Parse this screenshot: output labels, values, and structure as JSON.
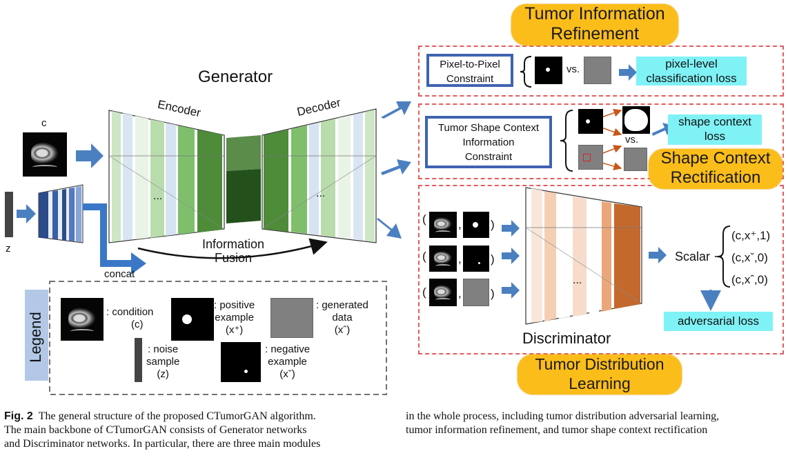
{
  "generator": {
    "title": "Generator",
    "encoder": "Encoder",
    "decoder": "Decoder",
    "dots": "...",
    "fusion_line1": "Information",
    "fusion_line2": "Fusion",
    "concat": "concat",
    "c_label": "c",
    "z_label": "z"
  },
  "refinement": {
    "title_line1": "Tumor Information",
    "title_line2": "Refinement",
    "constraint_line1": "Pixel-to-Pixel",
    "constraint_line2": "Constraint",
    "vs": "vs.",
    "loss_line1": "pixel-level",
    "loss_line2": "classification loss"
  },
  "shape": {
    "constraint_line1": "Tumor Shape Context",
    "constraint_line2": "Information",
    "constraint_line3": "Constraint",
    "vs": "vs.",
    "loss_line1": "shape context",
    "loss_line2": "loss",
    "title_line1": "Shape Context",
    "title_line2": "Rectification"
  },
  "discriminator": {
    "title": "Discriminator",
    "dots": "...",
    "scalar": "Scalar",
    "pair1": "(c,x⁺,1)",
    "pair2": "(c,xˇ,0)",
    "pair3": "(c,xˆ,0)",
    "adv_loss": "adversarial loss",
    "title_line1": "Tumor Distribution",
    "title_line2": "Learning",
    "paren_open": "(",
    "comma": ",",
    "paren_close": ")"
  },
  "legend": {
    "title": "Legend",
    "condition_line1": ": condition",
    "condition_line2": "(c)",
    "positive_line1": ": positive",
    "positive_line2": "example",
    "positive_line3": "(x⁺)",
    "generated_line1": ": generated",
    "generated_line2": "data",
    "generated_line3": "(xˆ)",
    "noise_line1": ": noise",
    "noise_line2": "sample",
    "noise_line3": "(z)",
    "negative_line1": ": negative",
    "negative_line2": "example",
    "negative_line3": "(xˇ)"
  },
  "caption": {
    "fig_label": "Fig. 2",
    "col1_line1": "The general structure of the proposed CTumorGAN algorithm.",
    "col1_line2": "The main backbone of CTumorGAN consists of Generator networks",
    "col1_line3": "and Discriminator networks. In particular, there are three main modules",
    "col2_line1": "in the whole process, including tumor distribution adversarial learning,",
    "col2_line2": "tumor information refinement, and tumor shape context rectification"
  },
  "colors": {
    "accent_yellow": "#fbbd1a",
    "box_blue": "#3f63b1",
    "loss_cyan": "#7ff2f6",
    "dash_red": "#e65a5a",
    "arrow_blue": "#4b80c0",
    "encoder_green": "#5b9a4a",
    "disc_orange": "#c4692e",
    "legend_blue": "#b3c8e6"
  }
}
